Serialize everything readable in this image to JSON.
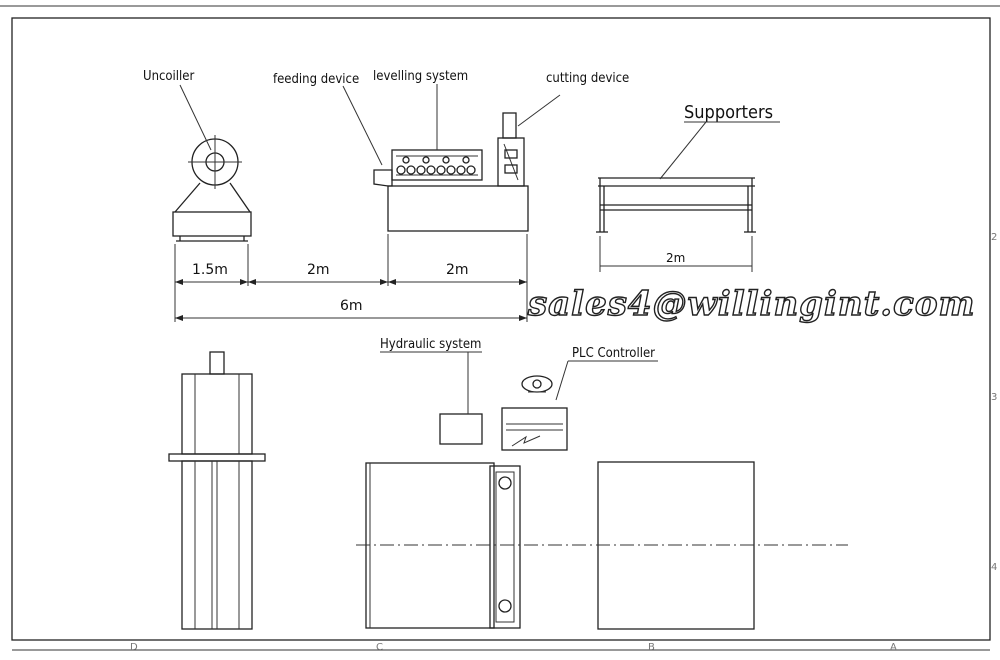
{
  "labels": {
    "uncoiler": "Uncoiller",
    "feeding": "feeding device",
    "levelling": "levelling system",
    "cutting": "cutting device",
    "supporters": "Supporters",
    "hydraulic": "Hydraulic system",
    "plc": "PLC Controller"
  },
  "dimensions": {
    "d1": "1.5m",
    "d2": "2m",
    "d3": "2m",
    "total": "6m",
    "supporter_length": "2m"
  },
  "watermark": "sales4@willingint.com",
  "frame_marks": {
    "bottom": [
      "D",
      "C",
      "B",
      "A"
    ],
    "right": [
      "4",
      "3",
      "2"
    ]
  }
}
